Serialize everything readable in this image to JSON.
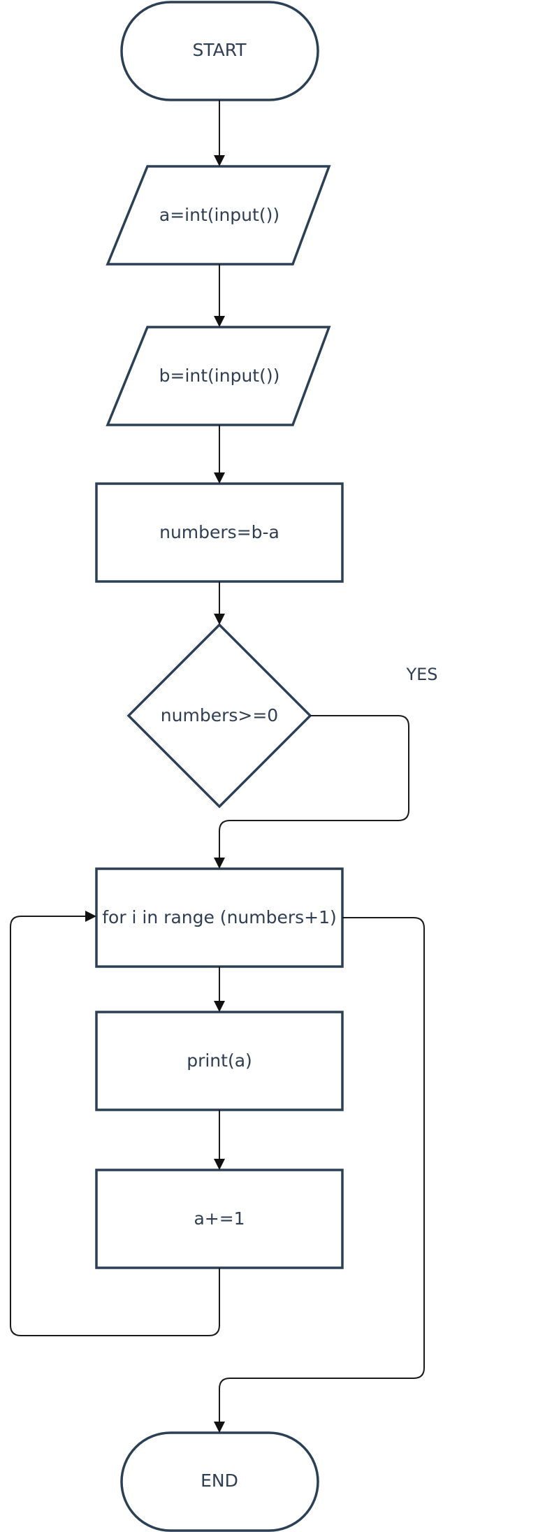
{
  "diagram": {
    "nodes": {
      "start": {
        "label": "START"
      },
      "input_a": {
        "label": "a=int(input())"
      },
      "input_b": {
        "label": "b=int(input())"
      },
      "numbers": {
        "label": "numbers=b-a"
      },
      "decision": {
        "label": "numbers>=0"
      },
      "loop": {
        "label": "for i in range (numbers+1)"
      },
      "print": {
        "label": "print(a)"
      },
      "increment": {
        "label": "a+=1"
      },
      "end": {
        "label": "END"
      }
    },
    "edge_labels": {
      "yes": "YES"
    },
    "colors": {
      "shape_stroke": "#2b3f55",
      "text": "#2f3e52",
      "arrow": "#1a1a1a"
    }
  }
}
